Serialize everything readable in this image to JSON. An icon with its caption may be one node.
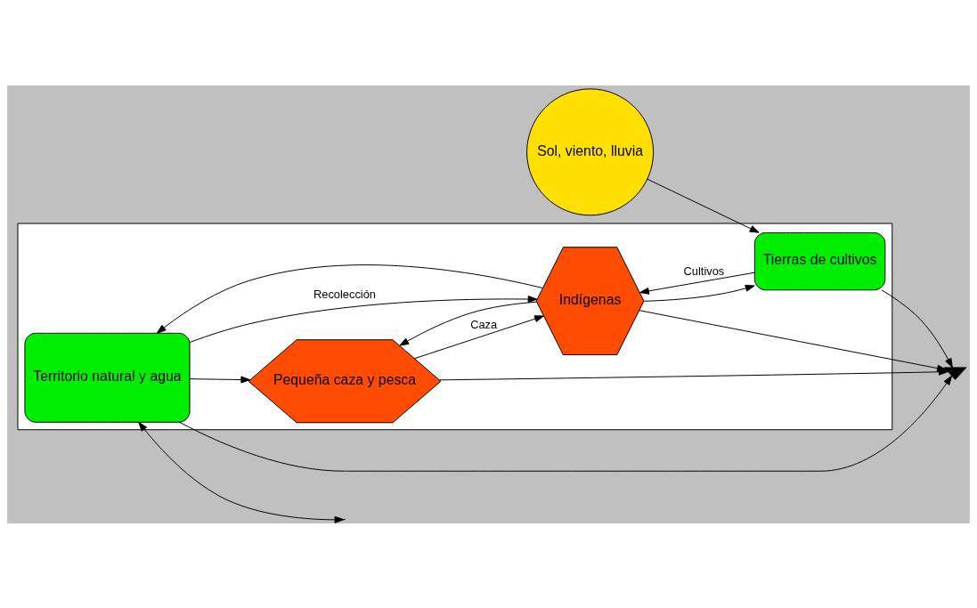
{
  "diagram": {
    "nodes": [
      {
        "text": [
          "Sol, viento, lluvia"
        ]
      },
      {
        "text": [],
        "shape": "box"
      },
      {
        "text": [
          "Territorio natural y agua"
        ],
        "in": 1
      },
      {
        "text": [
          "Pequeña caza y pesca"
        ],
        "in": 1
      },
      {
        "text": [
          "Indígenas"
        ],
        "in": 1
      },
      {
        "text": [
          "Tierras de cultivos"
        ],
        "in": 1
      },
      {
        "text": [],
        "shape": "ground"
      }
    ],
    "edges": [
      {
        "from": 0,
        "to": 5,
        "arrow": "to"
      },
      {
        "from": 2,
        "to": null,
        "arrow": "both"
      },
      {
        "from": 2,
        "to": 3,
        "arrow": "to"
      },
      {
        "from": 2,
        "to": 4,
        "label": "Recolección",
        "arrow": "to"
      },
      {
        "from": 3,
        "to": 4,
        "label": "Caza",
        "arrow": "to"
      },
      {
        "from": 5,
        "to": 4,
        "label": "Cultivos",
        "arrow": "to"
      },
      {
        "from": 4,
        "to": 2,
        "arrow": "to"
      },
      {
        "from": 4,
        "to": 3,
        "arrow": "to"
      },
      {
        "from": 4,
        "to": 5,
        "arrow": "to"
      },
      {
        "from": 2,
        "to": 6,
        "arrow": "to"
      },
      {
        "from": 5,
        "to": 6,
        "arrow": "to"
      },
      {
        "from": 3,
        "to": 6,
        "arrow": "to"
      },
      {
        "from": 4,
        "to": 6,
        "arrow": "to"
      }
    ]
  }
}
